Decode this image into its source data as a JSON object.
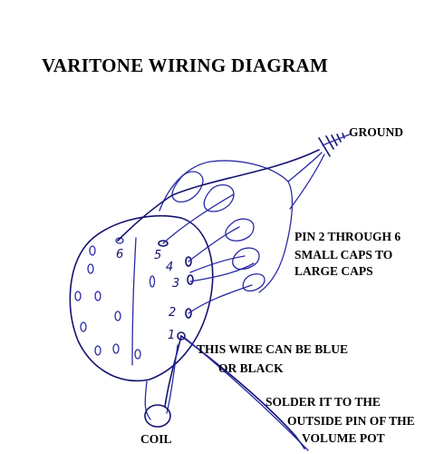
{
  "title": "VARITONE WIRING DIAGRAM",
  "labels": {
    "ground": "GROUND",
    "caps_line1": "PIN 2 THROUGH 6",
    "caps_line2": "SMALL CAPS TO",
    "caps_line3": "LARGE CAPS",
    "wire_line1": "THIS WIRE CAN BE BLUE",
    "wire_line2": "OR BLACK",
    "solder_line1": "SOLDER IT TO THE",
    "solder_line2": "OUTSIDE PIN OF THE",
    "solder_line3": "VOLUME POT",
    "coil": "COIL"
  },
  "pin_numbers": [
    "1",
    "2",
    "3",
    "4",
    "5",
    "6"
  ],
  "colors": {
    "ink": "#2a2aa6",
    "text": "#000000"
  }
}
